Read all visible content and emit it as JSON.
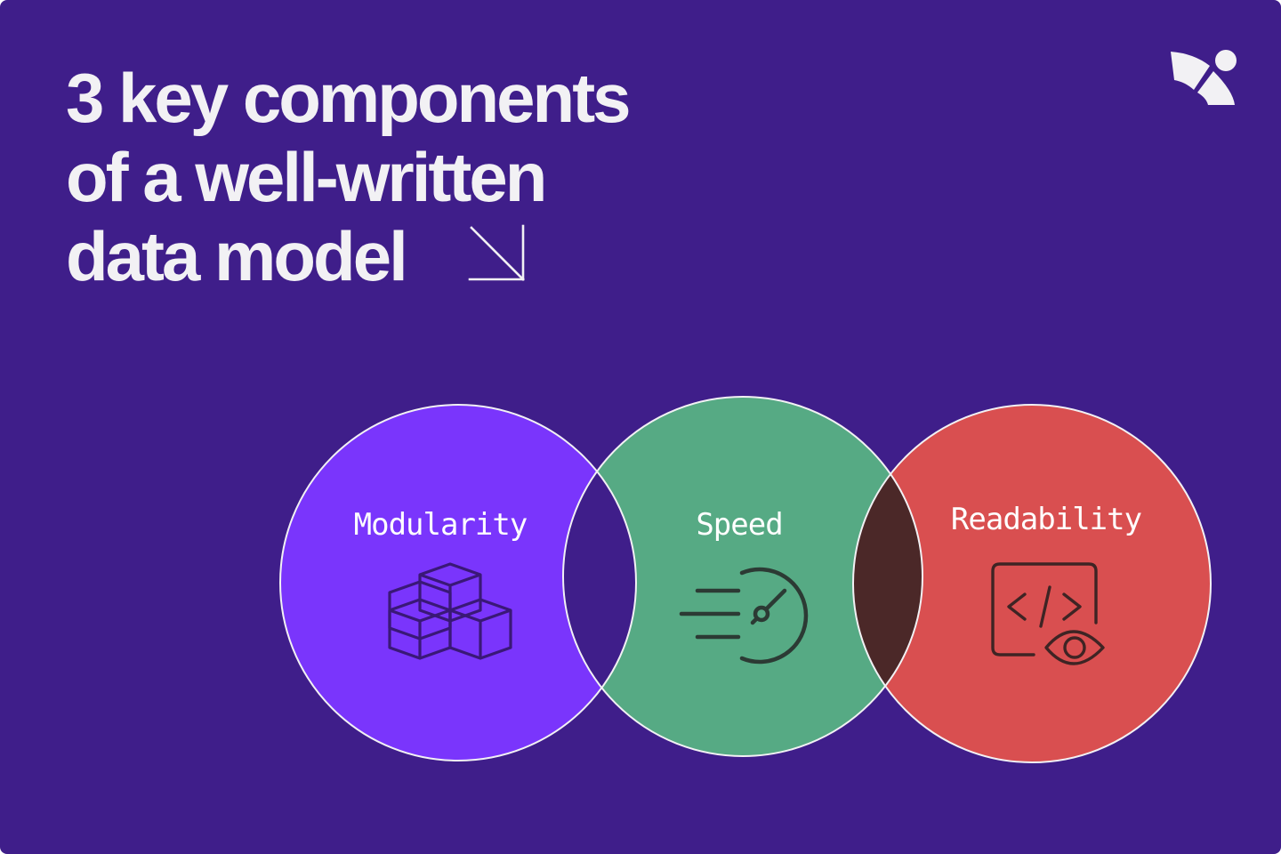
{
  "title": {
    "lines": [
      "3 key components",
      "of a well-written",
      "data model"
    ]
  },
  "icons": {
    "arrow": "arrow-down-right-icon",
    "logo": "brand-logo-icon"
  },
  "colors": {
    "background": "#3f1e8a",
    "modularity": "#7a35fc",
    "speed": "#56aa84",
    "readability": "#d94f50",
    "overlap_left": "#3f1e8a",
    "overlap_right": "#4b2828",
    "outline": "#f2f1f4",
    "text": "#f2f1f4"
  },
  "venn": {
    "circles": [
      {
        "label": "Modularity",
        "icon": "cubes-icon"
      },
      {
        "label": "Speed",
        "icon": "speedometer-icon"
      },
      {
        "label": "Readability",
        "icon": "code-eye-icon"
      }
    ]
  }
}
